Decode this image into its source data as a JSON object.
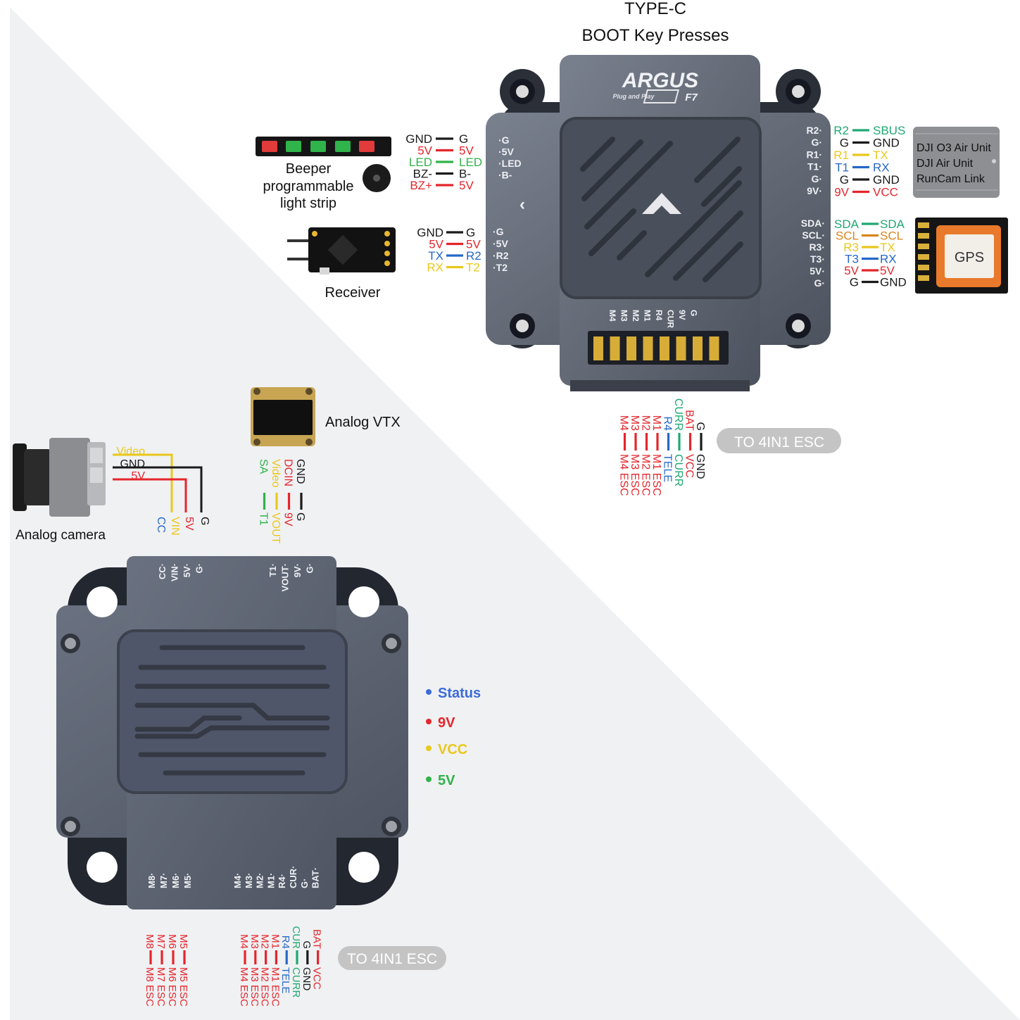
{
  "colors": {
    "black": "#1a1a1a",
    "red": "#e4262c",
    "green": "#2fb34a",
    "yellow": "#e9c81c",
    "blue": "#2567c9",
    "orange": "#d9861e",
    "sea_green": "#1fa872",
    "board": "#5d6472",
    "pill": "#c4c4c4",
    "status_blue": "#3b6bd8",
    "gold": "#d7ad38"
  },
  "fc": {
    "title_line1": "TYPE-C",
    "title_line2": "BOOT Key Presses",
    "brand": "ARGUS",
    "brand_sub": "Plug and Play",
    "model": "F7",
    "left_pads_top": [
      "G",
      "5V",
      "LED",
      "B-"
    ],
    "left_pads_bottom": [
      "G",
      "5V",
      "R2",
      "T2"
    ],
    "right_pads_top": [
      "R2",
      "G",
      "R1",
      "T1",
      "G",
      "9V"
    ],
    "right_pads_bottom": [
      "SDA",
      "SCL",
      "R3",
      "T3",
      "5V",
      "G"
    ],
    "bottom_pads": [
      "M4",
      "M3",
      "M2",
      "M1",
      "R4",
      "CUR",
      "9V",
      "G"
    ]
  },
  "beeper": {
    "label_line1": "Beeper",
    "label_line2": "programmable",
    "label_line3": "light strip",
    "wires": [
      {
        "left": "GND",
        "right": "G",
        "color": "black"
      },
      {
        "left": "5V",
        "right": "5V",
        "color": "red"
      },
      {
        "left": "LED",
        "right": "LED",
        "color": "green"
      },
      {
        "left": "BZ-",
        "right": "B-",
        "color": "black"
      },
      {
        "left": "BZ+",
        "right": "5V",
        "color": "red"
      }
    ]
  },
  "receiver": {
    "label": "Receiver",
    "wires": [
      {
        "left": "GND",
        "right": "G",
        "color": "black"
      },
      {
        "left": "5V",
        "right": "5V",
        "color": "red"
      },
      {
        "left": "TX",
        "right": "R2",
        "color": "blue"
      },
      {
        "left": "RX",
        "right": "T2",
        "color": "yellow"
      }
    ]
  },
  "dji": {
    "lines": [
      "DJI O3 Air Unit",
      "DJI Air Unit",
      "RunCam Link"
    ],
    "wires": [
      {
        "left": "R2",
        "right": "SBUS",
        "color": "sea_green"
      },
      {
        "left": "G",
        "right": "GND",
        "color": "black"
      },
      {
        "left": "R1",
        "right": "TX",
        "color": "yellow"
      },
      {
        "left": "T1",
        "right": "RX",
        "color": "blue"
      },
      {
        "left": "G",
        "right": "GND",
        "color": "black"
      },
      {
        "left": "9V",
        "right": "VCC",
        "color": "red"
      }
    ]
  },
  "gps": {
    "label": "GPS",
    "wires": [
      {
        "left": "SDA",
        "right": "SDA",
        "color": "sea_green"
      },
      {
        "left": "SCL",
        "right": "SCL",
        "color": "orange"
      },
      {
        "left": "R3",
        "right": "TX",
        "color": "yellow"
      },
      {
        "left": "T3",
        "right": "RX",
        "color": "blue"
      },
      {
        "left": "5V",
        "right": "5V",
        "color": "red"
      },
      {
        "left": "G",
        "right": "GND",
        "color": "black"
      }
    ]
  },
  "fc_esc": {
    "pill": "TO 4IN1 ESC",
    "wires": [
      {
        "top": "G",
        "bottom": "GND",
        "color": "black"
      },
      {
        "top": "BAT",
        "bottom": "VCC",
        "color": "red"
      },
      {
        "top": "CURR",
        "bottom": "CURR",
        "color": "sea_green"
      },
      {
        "top": "R4",
        "bottom": "TELE",
        "color": "blue"
      },
      {
        "top": "M1",
        "bottom": "M1 ESC",
        "color": "red"
      },
      {
        "top": "M2",
        "bottom": "M2 ESC",
        "color": "red"
      },
      {
        "top": "M3",
        "bottom": "M3 ESC",
        "color": "red"
      },
      {
        "top": "M4",
        "bottom": "M4 ESC",
        "color": "red"
      }
    ]
  },
  "camera": {
    "label": "Analog camera",
    "wire_labels": [
      {
        "text": "Video",
        "color": "yellow"
      },
      {
        "text": "GND",
        "color": "black"
      },
      {
        "text": "5V",
        "color": "red"
      }
    ],
    "pads": [
      {
        "text": "G",
        "color": "black"
      },
      {
        "text": "5V",
        "color": "red"
      },
      {
        "text": "VIN",
        "color": "yellow"
      },
      {
        "text": "CC",
        "color": "blue"
      }
    ]
  },
  "vtx": {
    "label": "Analog VTX",
    "wires": [
      {
        "top": "GND",
        "bottom": "G",
        "color": "black"
      },
      {
        "top": "DCIN",
        "bottom": "9V",
        "color": "red"
      },
      {
        "top": "Video",
        "bottom": "VOUT",
        "color": "yellow"
      },
      {
        "top": "SA",
        "bottom": "T1",
        "color": "green"
      }
    ]
  },
  "pdb": {
    "top_pads_left": [
      "CC",
      "VIN",
      "5V",
      "G"
    ],
    "top_pads_right": [
      "T1",
      "VOUT",
      "9V",
      "G"
    ],
    "bottom_pads_left": [
      "M8",
      "M7",
      "M6",
      "M5"
    ],
    "bottom_pads_right": [
      "M4",
      "M3",
      "M2",
      "M1",
      "R4",
      "CUR",
      "G",
      "BAT"
    ]
  },
  "legend": [
    {
      "label": "Status",
      "color": "status_blue"
    },
    {
      "label": "9V",
      "color": "red"
    },
    {
      "label": "VCC",
      "color": "yellow"
    },
    {
      "label": "5V",
      "color": "green"
    }
  ],
  "pdb_esc": {
    "pill": "TO 4IN1 ESC",
    "wires": [
      {
        "top": "M8",
        "bottom": "M8 ESC",
        "color": "red"
      },
      {
        "top": "M7",
        "bottom": "M7 ESC",
        "color": "red"
      },
      {
        "top": "M6",
        "bottom": "M6 ESC",
        "color": "red"
      },
      {
        "top": "M5",
        "bottom": "M5 ESC",
        "color": "red"
      },
      {
        "top": "M4",
        "bottom": "M4 ESC",
        "color": "red"
      },
      {
        "top": "M3",
        "bottom": "M3 ESC",
        "color": "red"
      },
      {
        "top": "M2",
        "bottom": "M2 ESC",
        "color": "red"
      },
      {
        "top": "M1",
        "bottom": "M1 ESC",
        "color": "red"
      },
      {
        "top": "R4",
        "bottom": "TELE",
        "color": "blue"
      },
      {
        "top": "CUR",
        "bottom": "CURR",
        "color": "sea_green"
      },
      {
        "top": "G",
        "bottom": "GND",
        "color": "black"
      },
      {
        "top": "BAT",
        "bottom": "VCC",
        "color": "red"
      }
    ]
  }
}
